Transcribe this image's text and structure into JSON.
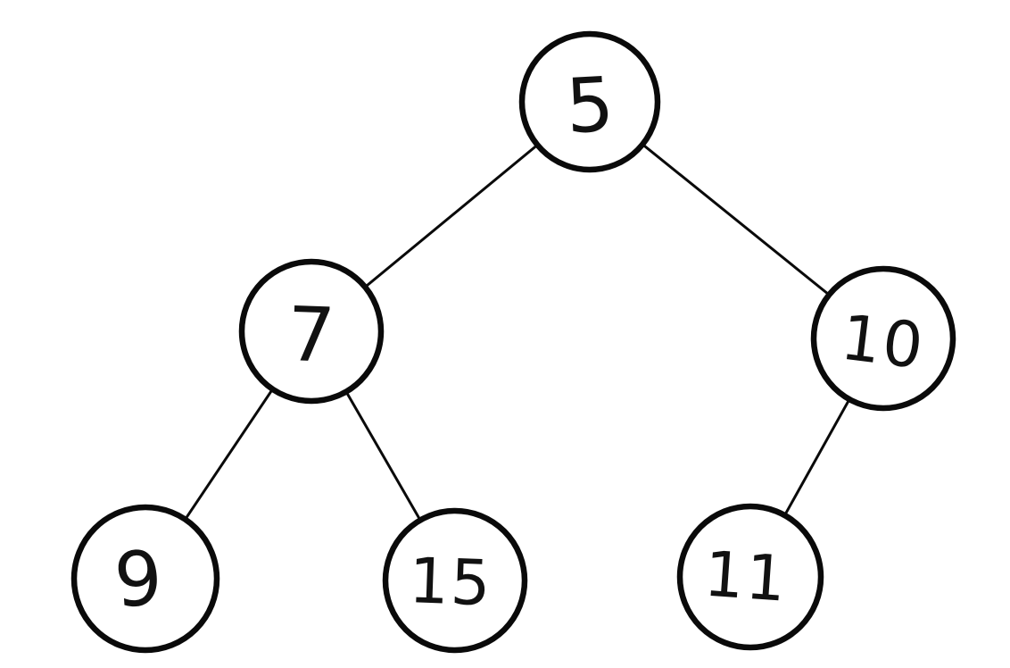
{
  "diagram": {
    "kind": "hand-drawn binary tree",
    "background_color": "#ffffff",
    "ink_color": "#0a0a0a",
    "nodes": [
      {
        "id": "root",
        "label": "5"
      },
      {
        "id": "left",
        "label": "7"
      },
      {
        "id": "right",
        "label": "10"
      },
      {
        "id": "left-left",
        "label": "9"
      },
      {
        "id": "left-right",
        "label": "15"
      },
      {
        "id": "right-left",
        "label": "11"
      }
    ],
    "edges": [
      {
        "from": "5",
        "to": "7"
      },
      {
        "from": "5",
        "to": "10"
      },
      {
        "from": "7",
        "to": "9"
      },
      {
        "from": "7",
        "to": "15"
      },
      {
        "from": "10",
        "to": "11"
      }
    ]
  }
}
